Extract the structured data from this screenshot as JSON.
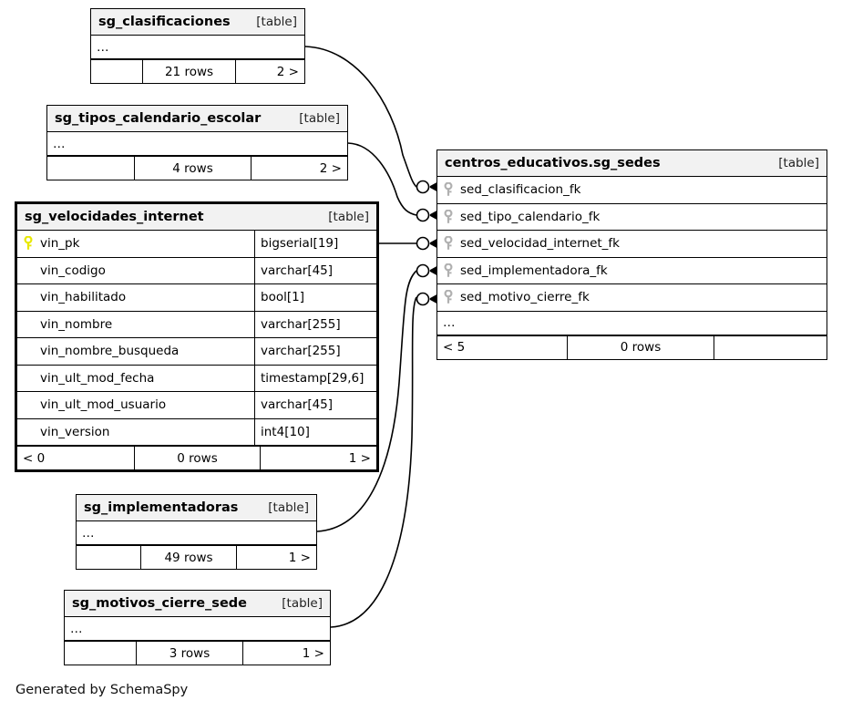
{
  "diagram": {
    "caption": "Generated by SchemaSpy",
    "table_tag": "[table]",
    "ellipsis": "…",
    "colors": {
      "header_bg": "#f2f2f2",
      "border": "#000000",
      "pk_key": "#e8e800",
      "fk_key": "#b0b0b0",
      "page_bg": "#ffffff"
    }
  },
  "tables": {
    "clasificaciones": {
      "name": "sg_clasificaciones",
      "tag": "[table]",
      "ellipsis": "…",
      "footer": {
        "left": "",
        "mid": "21 rows",
        "right": "2 >"
      }
    },
    "tipos_calendario": {
      "name": "sg_tipos_calendario_escolar",
      "tag": "[table]",
      "ellipsis": "…",
      "footer": {
        "left": "",
        "mid": "4 rows",
        "right": "2 >"
      }
    },
    "velocidades": {
      "name": "sg_velocidades_internet",
      "tag": "[table]",
      "columns": [
        {
          "name": "vin_pk",
          "type": "bigserial[19]",
          "key": "primary"
        },
        {
          "name": "vin_codigo",
          "type": "varchar[45]",
          "key": "none"
        },
        {
          "name": "vin_habilitado",
          "type": "bool[1]",
          "key": "none"
        },
        {
          "name": "vin_nombre",
          "type": "varchar[255]",
          "key": "none"
        },
        {
          "name": "vin_nombre_busqueda",
          "type": "varchar[255]",
          "key": "none"
        },
        {
          "name": "vin_ult_mod_fecha",
          "type": "timestamp[29,6]",
          "key": "none"
        },
        {
          "name": "vin_ult_mod_usuario",
          "type": "varchar[45]",
          "key": "none"
        },
        {
          "name": "vin_version",
          "type": "int4[10]",
          "key": "none"
        }
      ],
      "footer": {
        "left": "< 0",
        "mid": "0 rows",
        "right": "1 >"
      }
    },
    "sedes": {
      "name": "centros_educativos.sg_sedes",
      "tag": "[table]",
      "ellipsis": "…",
      "columns": [
        {
          "name": "sed_clasificacion_fk",
          "key": "foreign"
        },
        {
          "name": "sed_tipo_calendario_fk",
          "key": "foreign"
        },
        {
          "name": "sed_velocidad_internet_fk",
          "key": "foreign"
        },
        {
          "name": "sed_implementadora_fk",
          "key": "foreign"
        },
        {
          "name": "sed_motivo_cierre_fk",
          "key": "foreign"
        }
      ],
      "footer": {
        "left": "< 5",
        "mid": "0 rows",
        "right": ""
      }
    },
    "implementadoras": {
      "name": "sg_implementadoras",
      "tag": "[table]",
      "ellipsis": "…",
      "footer": {
        "left": "",
        "mid": "49 rows",
        "right": "1 >"
      }
    },
    "motivos_cierre": {
      "name": "sg_motivos_cierre_sede",
      "tag": "[table]",
      "ellipsis": "…",
      "footer": {
        "left": "",
        "mid": "3 rows",
        "right": "1 >"
      }
    }
  },
  "relationships": [
    {
      "from": "sg_clasificaciones",
      "to": "sed_clasificacion_fk",
      "notation": "zero-or-many"
    },
    {
      "from": "sg_tipos_calendario_escolar",
      "to": "sed_tipo_calendario_fk",
      "notation": "zero-or-many"
    },
    {
      "from": "sg_velocidades_internet.vin_pk",
      "to": "sed_velocidad_internet_fk",
      "notation": "zero-or-many"
    },
    {
      "from": "sg_implementadoras",
      "to": "sed_implementadora_fk",
      "notation": "zero-or-many"
    },
    {
      "from": "sg_motivos_cierre_sede",
      "to": "sed_motivo_cierre_fk",
      "notation": "zero-or-many"
    }
  ]
}
